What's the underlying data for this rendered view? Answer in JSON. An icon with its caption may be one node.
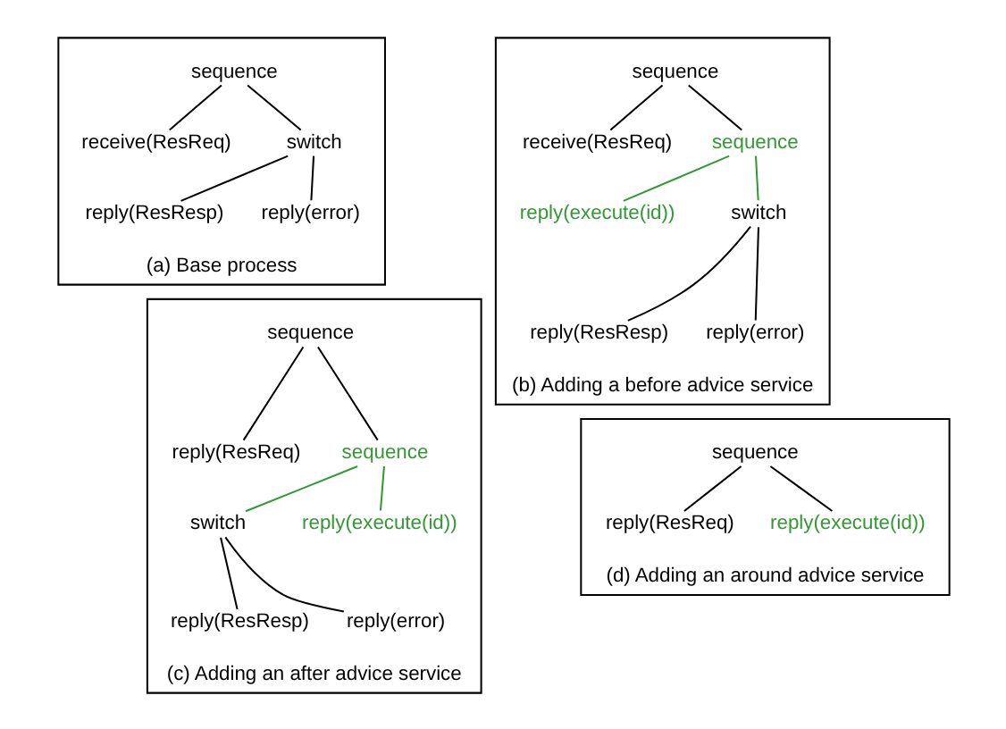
{
  "diagram": {
    "nodes": [
      {
        "text": [
          "(a) Base process"
        ]
      },
      {
        "text": [
          "sequence"
        ],
        "in": 0
      },
      {
        "text": [
          "receive(ResReq)"
        ],
        "in": 0
      },
      {
        "text": [
          "switch"
        ],
        "in": 0
      },
      {
        "text": [
          "reply(ResResp)"
        ],
        "in": 0
      },
      {
        "text": [
          "reply(error)"
        ],
        "in": 0
      },
      {
        "text": [
          "(b) Adding a before advice service"
        ]
      },
      {
        "text": [
          "sequence"
        ],
        "in": 6
      },
      {
        "text": [
          "receive(ResReq)"
        ],
        "in": 6
      },
      {
        "text": [
          "sequence"
        ],
        "in": 6
      },
      {
        "text": [
          "reply(execute(id))"
        ],
        "in": 6
      },
      {
        "text": [
          "switch"
        ],
        "in": 6
      },
      {
        "text": [
          "reply(ResResp)"
        ],
        "in": 6
      },
      {
        "text": [
          "reply(error)"
        ],
        "in": 6
      },
      {
        "text": [
          "(c) Adding an after advice service"
        ]
      },
      {
        "text": [
          "sequence"
        ],
        "in": 14
      },
      {
        "text": [
          "reply(ResReq)"
        ],
        "in": 14
      },
      {
        "text": [
          "sequence"
        ],
        "in": 14
      },
      {
        "text": [
          "switch"
        ],
        "in": 14
      },
      {
        "text": [
          "reply(execute(id))"
        ],
        "in": 14
      },
      {
        "text": [
          "reply(ResResp)"
        ],
        "in": 14
      },
      {
        "text": [
          "reply(error)"
        ],
        "in": 14
      },
      {
        "text": [
          "(d) Adding an around advice service"
        ]
      },
      {
        "text": [
          "sequence"
        ],
        "in": 22
      },
      {
        "text": [
          "reply(ResReq)"
        ],
        "in": 22
      },
      {
        "text": [
          "reply(execute(id))"
        ],
        "in": 22
      }
    ],
    "edges": [
      {
        "from": 1,
        "to": 2,
        "arrow": "none"
      },
      {
        "from": 1,
        "to": 3,
        "arrow": "none"
      },
      {
        "from": 3,
        "to": 4,
        "arrow": "none"
      },
      {
        "from": 3,
        "to": 5,
        "arrow": "none"
      },
      {
        "from": 7,
        "to": 8,
        "arrow": "none"
      },
      {
        "from": 7,
        "to": 9,
        "arrow": "none"
      },
      {
        "from": 9,
        "to": 10,
        "arrow": "none",
        "color": "#339933"
      },
      {
        "from": 9,
        "to": 11,
        "arrow": "none",
        "color": "#339933"
      },
      {
        "from": 11,
        "to": 12,
        "arrow": "none"
      },
      {
        "from": 11,
        "to": 13,
        "arrow": "none"
      },
      {
        "from": 15,
        "to": 16,
        "arrow": "none"
      },
      {
        "from": 15,
        "to": 17,
        "arrow": "none"
      },
      {
        "from": 17,
        "to": 18,
        "arrow": "none",
        "color": "#339933"
      },
      {
        "from": 17,
        "to": 19,
        "arrow": "none",
        "color": "#339933"
      },
      {
        "from": 18,
        "to": 20,
        "arrow": "none"
      },
      {
        "from": 18,
        "to": 21,
        "arrow": "none"
      },
      {
        "from": 23,
        "to": 24,
        "arrow": "none"
      },
      {
        "from": 23,
        "to": 25,
        "arrow": "none"
      }
    ]
  }
}
